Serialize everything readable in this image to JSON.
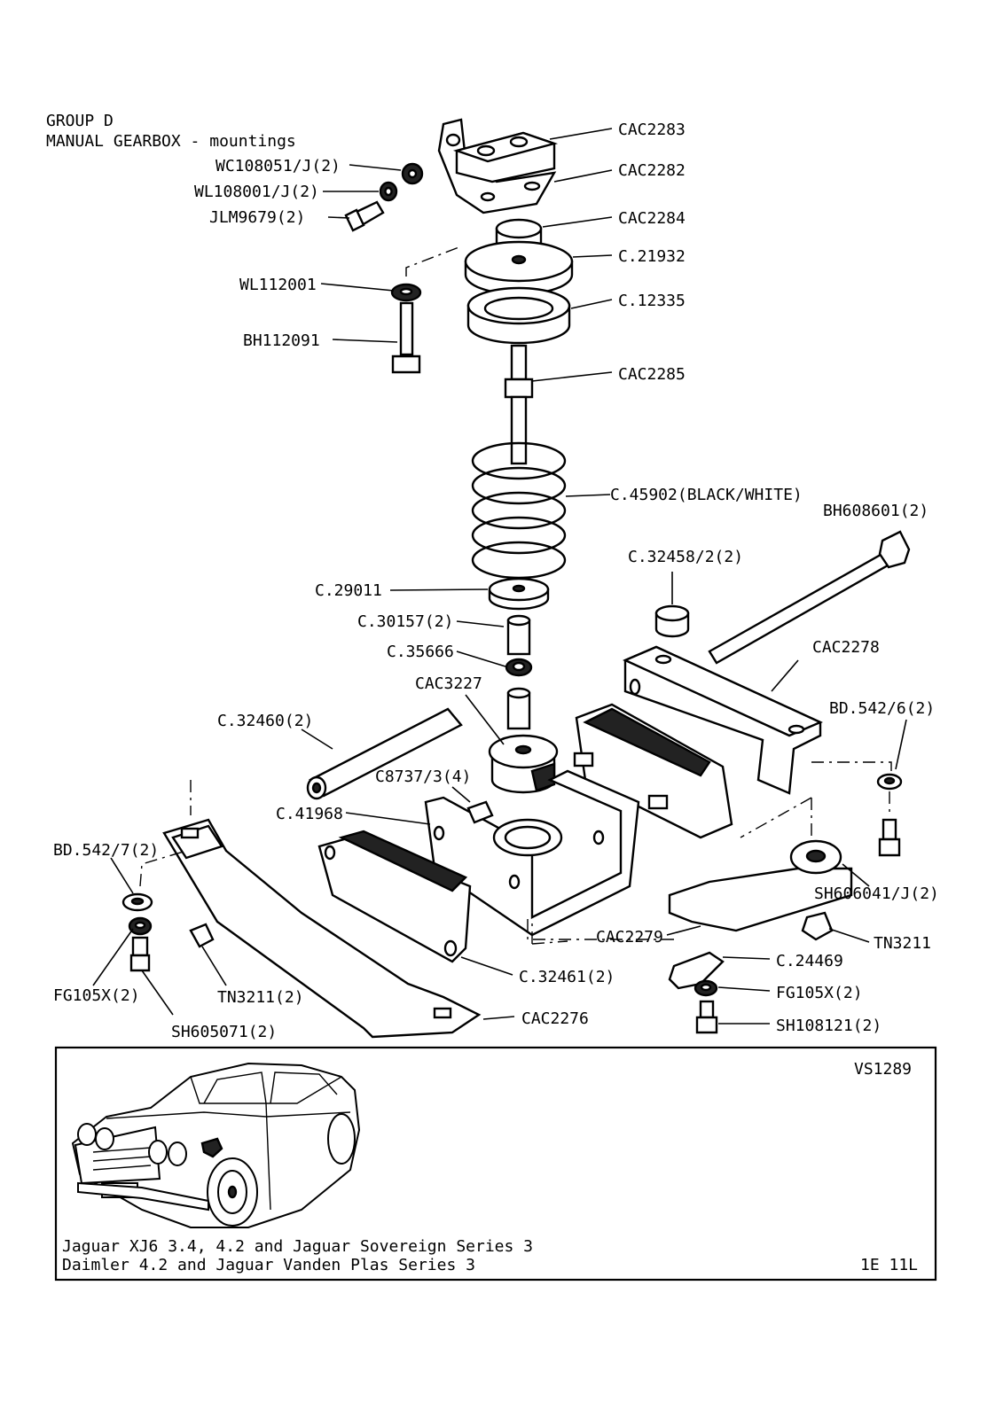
{
  "header": {
    "group": "GROUP D",
    "title": "MANUAL GEARBOX - mountings"
  },
  "parts": {
    "cac2283": "CAC2283",
    "cac2282": "CAC2282",
    "cac2284": "CAC2284",
    "c21932": "C.21932",
    "c12335": "C.12335",
    "cac2285": "CAC2285",
    "c45902": "C.45902(BLACK/WHITE)",
    "bh608601": "BH608601(2)",
    "c32458": "C.32458/2(2)",
    "cac2278": "CAC2278",
    "bd542_6": "BD.542/6(2)",
    "wc108051": "WC108051/J(2)",
    "wl108001": "WL108001/J(2)",
    "jlm9679": "JLM9679(2)",
    "wl112001": "WL112001",
    "bh112091": "BH112091",
    "c29011": "C.29011",
    "c30157": "C.30157(2)",
    "c35666": "C.35666",
    "cac3227": "CAC3227",
    "c32460": "C.32460(2)",
    "c8737": "C8737/3(4)",
    "c41968": "C.41968",
    "bd542_7": "BD.542/7(2)",
    "sh606041": "SH606041/J(2)",
    "tn3211_r": "TN3211",
    "cac2279": "CAC2279",
    "c24469": "C.24469",
    "fg105x_r": "FG105X(2)",
    "sh108121": "SH108121(2)",
    "c32461": "C.32461(2)",
    "fg105x_l": "FG105X(2)",
    "tn3211_l": "TN3211(2)",
    "sh605071": "SH605071(2)",
    "cac2276": "CAC2276"
  },
  "footer": {
    "ref": "VS1289",
    "models_line1": "Jaguar XJ6 3.4, 4.2 and Jaguar Sovereign Series 3",
    "models_line2": "Daimler 4.2 and Jaguar Vanden Plas Series 3",
    "page_code": "1E 11L"
  }
}
